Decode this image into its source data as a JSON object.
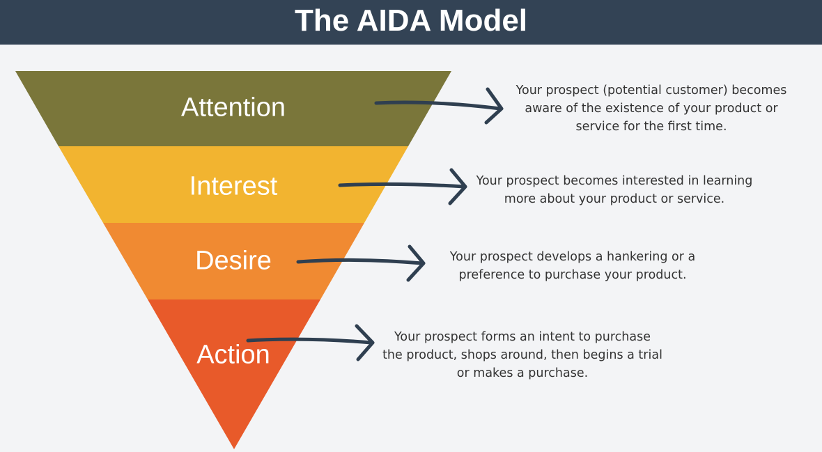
{
  "title": "The AIDA Model",
  "colors": {
    "header": "#334355",
    "attention": "#7a763a",
    "interest": "#f2b430",
    "desire": "#f08a32",
    "action": "#e85a2a",
    "arrow": "#2f3f50"
  },
  "stages": [
    {
      "label": "Attention",
      "description": [
        "Your prospect (potential customer) becomes",
        "aware of the existence of your product or",
        "service for the first time."
      ]
    },
    {
      "label": "Interest",
      "description": [
        "Your prospect becomes interested in learning",
        "more about your product or service."
      ]
    },
    {
      "label": "Desire",
      "description": [
        "Your prospect develops a hankering or a",
        "preference to purchase your product."
      ]
    },
    {
      "label": "Action",
      "description": [
        "Your prospect forms an intent to purchase",
        "the product, shops around, then begins a trial",
        "or makes a purchase."
      ]
    }
  ]
}
